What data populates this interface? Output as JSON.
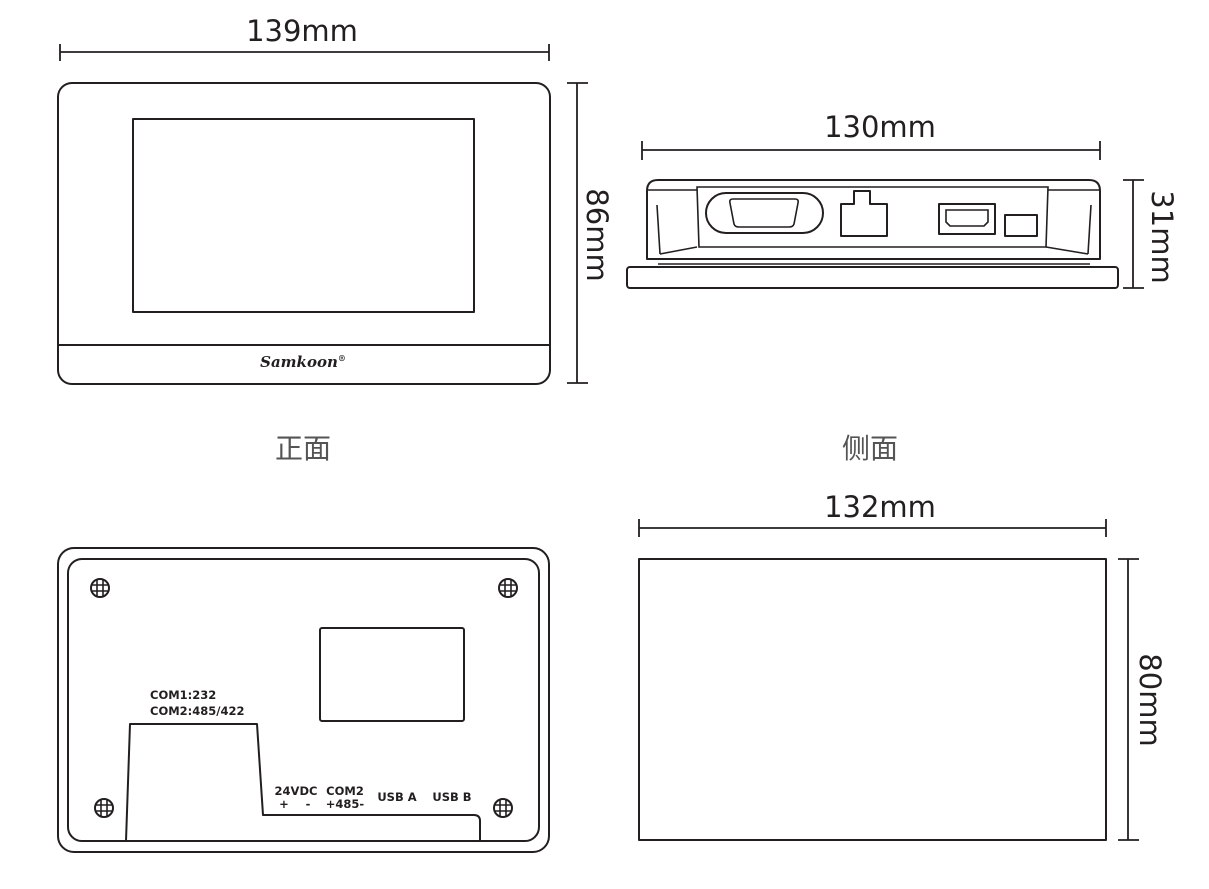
{
  "front_view": {
    "width_label": "139mm",
    "height_label": "86mm",
    "brand": "Samkoon",
    "brand_mark": "®",
    "caption": "正面"
  },
  "side_view": {
    "width_label": "130mm",
    "depth_label": "31mm",
    "caption": "侧面"
  },
  "back_view": {
    "com1_label": "COM1:232",
    "com2_label": "COM2:485/422",
    "power_label": "24VDC",
    "power_plus": "+",
    "power_minus": "-",
    "com2_port_label": "COM2",
    "com2_polarity": "+485-",
    "usb_a_label": "USB A",
    "usb_b_label": "USB B"
  },
  "cutout_view": {
    "width_label": "132mm",
    "height_label": "80mm"
  }
}
